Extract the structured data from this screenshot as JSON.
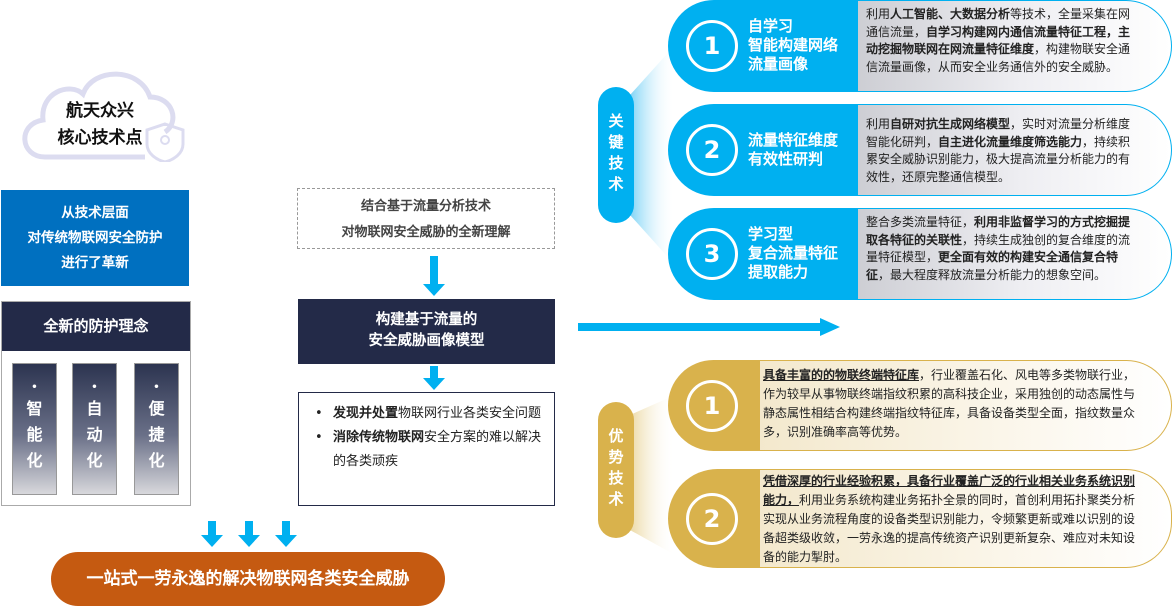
{
  "cloud": {
    "line1": "航天众兴",
    "line2": "核心技术点"
  },
  "tech_box": {
    "lines": [
      "从技术层面",
      "对传统物联网安全防护",
      "进行了革新"
    ]
  },
  "concept": {
    "title": "全新的防护理念",
    "columns": [
      [
        "智",
        "能",
        "化"
      ],
      [
        "自",
        "动",
        "化"
      ],
      [
        "便",
        "捷",
        "化"
      ]
    ]
  },
  "flow": {
    "understanding": [
      "结合基于流量分析技术",
      "对物联网安全威胁的全新理解"
    ],
    "model": [
      "构建基于流量的",
      "安全威胁画像模型"
    ],
    "bullets": [
      [
        {
          "t": "发现并处置",
          "b": true
        },
        {
          "t": "物联网行业各类安全问题"
        }
      ],
      [
        {
          "t": "消除传统物联网",
          "b": true
        },
        {
          "t": "安全方案的难以解决的各类顽疾"
        }
      ]
    ]
  },
  "result": "一站式一劳永逸的解决物联网各类安全威胁",
  "key_tech": {
    "label": [
      "关",
      "键",
      "技",
      "术"
    ],
    "color": "#00B0F0",
    "cards": [
      {
        "num": "1",
        "title": [
          "自学习",
          "智能构建网络",
          "流量画像"
        ],
        "desc": [
          {
            "t": "利用"
          },
          {
            "t": "人工智能、大数据分析",
            "b": true
          },
          {
            "t": "等技术，全量采集在网通信流量，"
          },
          {
            "t": "自学习构建网内通信流量特征工程，主动挖掘物联网在网流量特征维度",
            "b": true
          },
          {
            "t": "，构建物联安全通信流量画像，从而安全业务通信外的安全威胁。"
          }
        ]
      },
      {
        "num": "2",
        "title": [
          "流量特征维度",
          "有效性研判"
        ],
        "desc": [
          {
            "t": "利用"
          },
          {
            "t": "自研对抗生成网络模型",
            "b": true
          },
          {
            "t": "，实时对流量分析维度智能化研判，"
          },
          {
            "t": "自主进化流量维度筛选能力",
            "b": true
          },
          {
            "t": "，持续积累安全威胁识别能力，极大提高流量分析能力的有效性，还原完整通信模型。"
          }
        ]
      },
      {
        "num": "3",
        "title": [
          "学习型",
          "复合流量特征",
          "提取能力"
        ],
        "desc": [
          {
            "t": "整合多类流量特征，"
          },
          {
            "t": "利用非监督学习的方式挖掘提取各特征的关联性",
            "b": true
          },
          {
            "t": "，持续生成独创的复合维度的流量特征模型，"
          },
          {
            "t": "更全面有效的构建安全通信复合特征",
            "b": true
          },
          {
            "t": "，最大程度释放流量分析能力的想象空间。"
          }
        ]
      }
    ]
  },
  "adv_tech": {
    "label": [
      "优",
      "势",
      "技",
      "术"
    ],
    "color": "#D9B24C",
    "cards": [
      {
        "num": "1",
        "desc": [
          {
            "t": "具备丰富的的物联终端特征库",
            "b": true,
            "u": true
          },
          {
            "t": "，行业覆盖石化、风电等多类物联行业，作为较早从事物联终端指纹积累的高科技企业，采用独创的动态属性与静态属性相结合构建终端指纹特征库，具备设备类型全面，指纹数量众多，识别准确率高等优势。"
          }
        ]
      },
      {
        "num": "2",
        "desc": [
          {
            "t": "凭借深厚的行业经验积累，具备行业覆盖广泛的行业相关业务系统识别能力，",
            "b": true,
            "u": true
          },
          {
            "t": "利用业务系统构建业务拓扑全景的同时，首创利用拓扑聚类分析实现从业务流程角度的设备类型识别能力，令频繁更新或难以识别的设备超类级收敛，一劳永逸的提高传统资产识别更新复杂、难应对未知设备的能力掣肘。"
          }
        ]
      }
    ]
  }
}
